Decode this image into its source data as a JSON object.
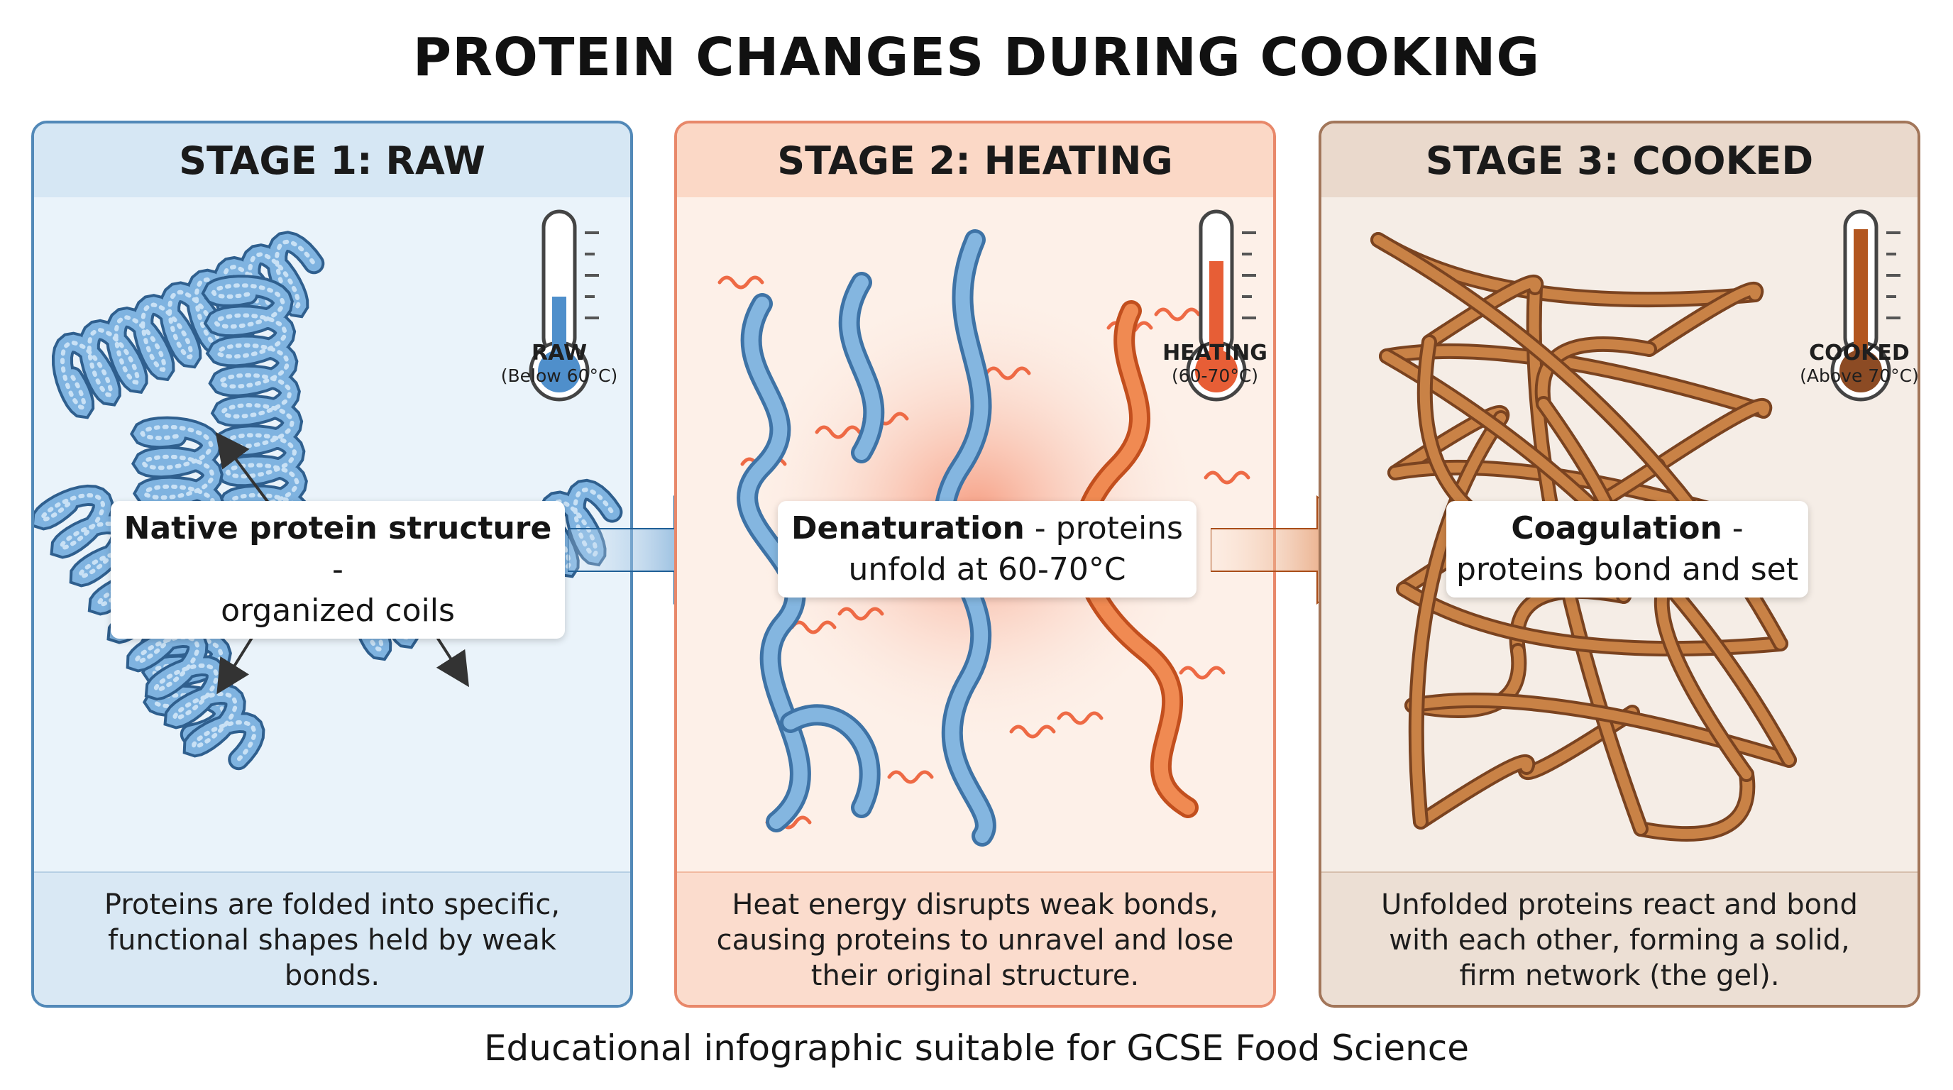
{
  "title": "PROTEIN CHANGES DURING COOKING",
  "footer": "Educational infographic suitable for GCSE Food Science",
  "colors": {
    "raw": "#5b9bd0",
    "heating": "#e46a3c",
    "cooked": "#a8653a"
  },
  "stages": [
    {
      "heading": "STAGE 1: RAW",
      "label_bold": "Native protein structure",
      "label_rest_1": " -",
      "label_rest_2": "organized coils",
      "thermo_title": "RAW",
      "thermo_range": "(Below 60°C)",
      "thermo_icon": "thermometer-low-icon",
      "caption": "Proteins are folded into specific, functional shapes held by weak bonds."
    },
    {
      "heading": "STAGE 2: HEATING",
      "label_bold": "Denaturation",
      "label_rest_1": " - proteins",
      "label_rest_2": "unfold at 60-70°C",
      "thermo_title": "HEATING",
      "thermo_range": "(60-70°C)",
      "thermo_icon": "thermometer-mid-icon",
      "caption": "Heat energy disrupts weak bonds, causing proteins to unravel and lose their original structure."
    },
    {
      "heading": "STAGE 3: COOKED",
      "label_bold": "Coagulation",
      "label_rest_1": " -",
      "label_rest_2": "proteins bond and set",
      "thermo_title": "COOKED",
      "thermo_range": "(Above 70°C)",
      "thermo_icon": "thermometer-high-icon",
      "caption": "Unfolded proteins react and bond with each other, forming a solid, firm network (the gel)."
    }
  ]
}
